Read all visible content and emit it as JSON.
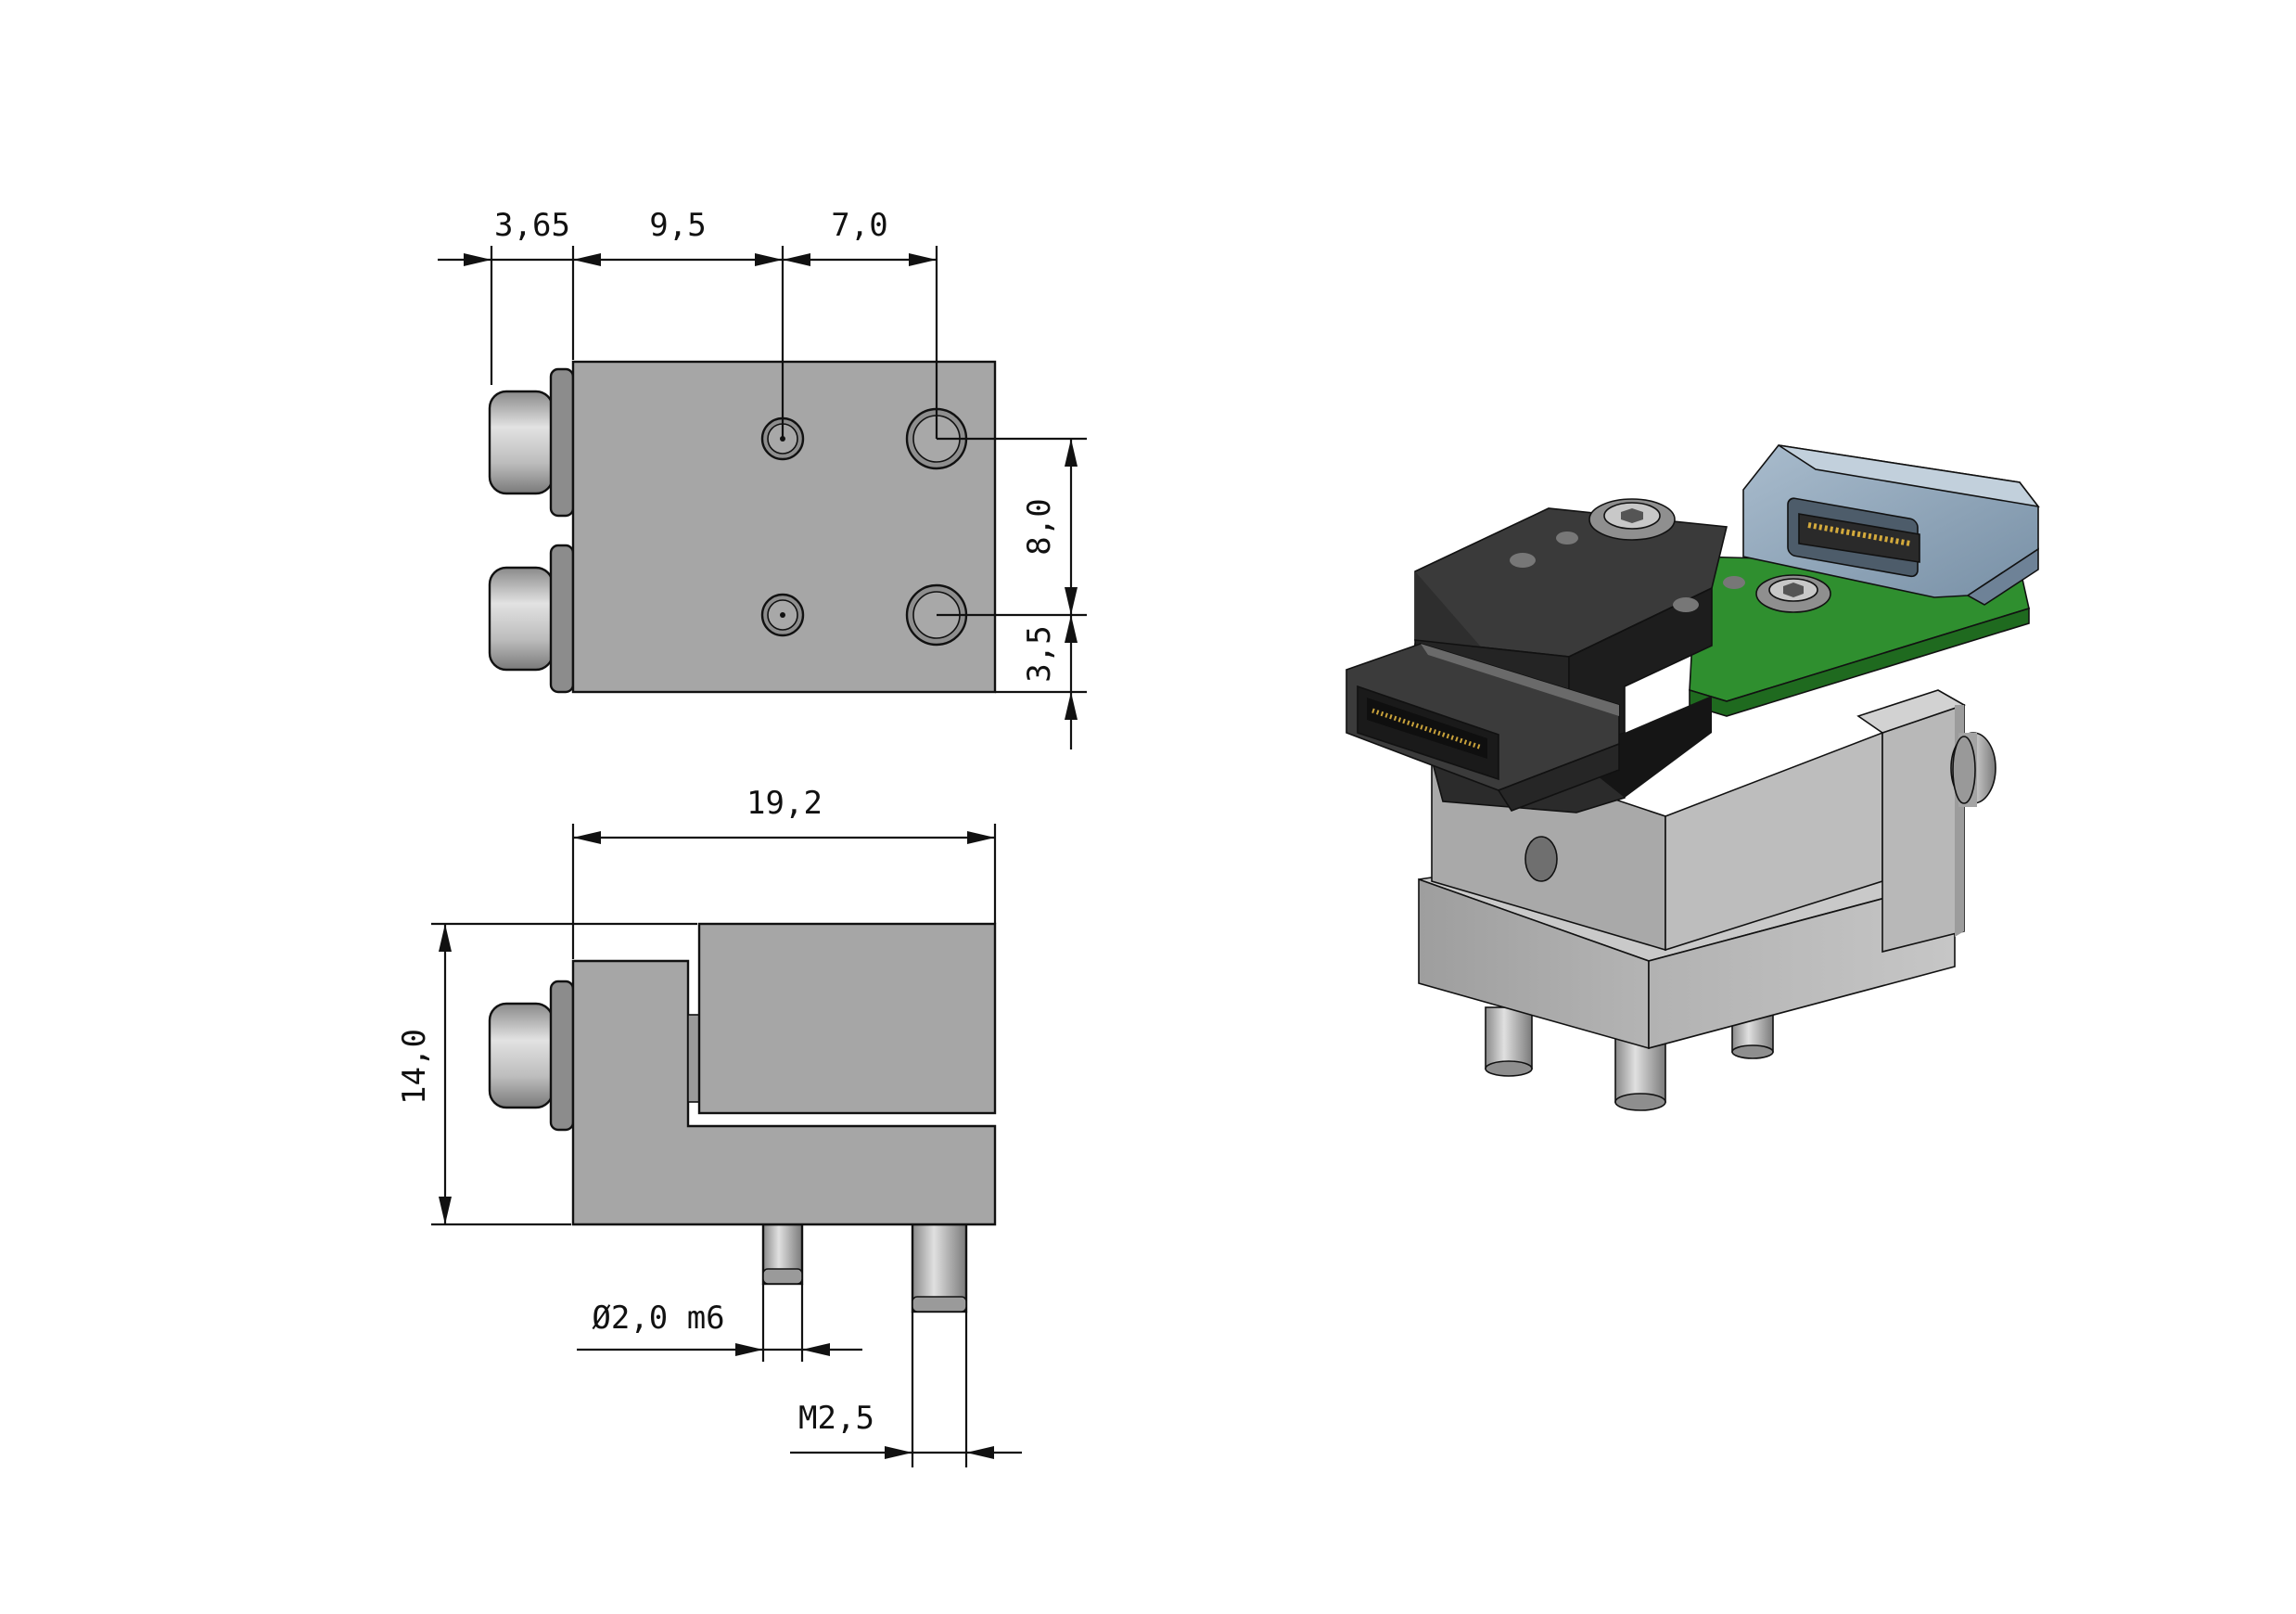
{
  "dimensions": {
    "top_view": {
      "d1": "3,65",
      "d2": "9,5",
      "d3": "7,0",
      "v1": "8,0",
      "v2": "3,5"
    },
    "side_view": {
      "width": "19,2",
      "height": "14,0",
      "pin": "Ø2,0 m6",
      "thread": "M2,5"
    }
  },
  "colors": {
    "body_grey": "#a6a6a6",
    "pin_grey": "#c8c8c8",
    "black_part": "#2a2a2a",
    "pcb_green": "#2f8f2f",
    "connector_blue": "#8ea3b8"
  }
}
